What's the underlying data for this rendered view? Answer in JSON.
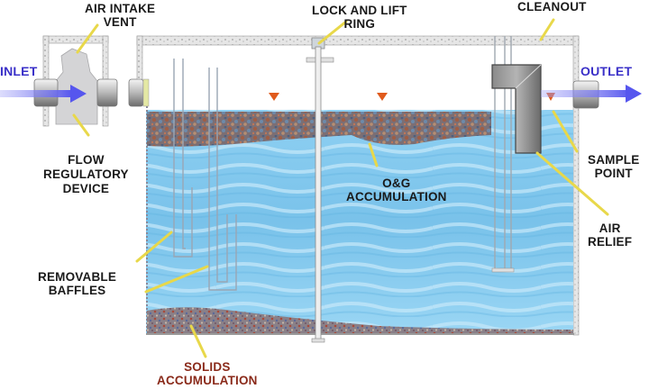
{
  "diagram": {
    "title": "Oil and grease separator / interceptor cross-section",
    "colors": {
      "water": "#7ec8ee",
      "water_light": "#b8e2f7",
      "grease_layer": "#8a6a5c",
      "solids": "#8c7a80",
      "tank_wall": "#d8d8d8",
      "flow_arrow": "#6a6af0",
      "water_level_marker": "#e05a1c",
      "leader_line": "#e8d84a",
      "label_text": "#1a1a1a",
      "inlet_outlet_text": "#3a30c8",
      "solids_text": "#8a2a1a"
    },
    "labels": {
      "inlet": "INLET",
      "outlet": "OUTLET",
      "air_intake_vent": [
        "AIR INTAKE",
        "VENT"
      ],
      "lock_and_lift_ring": [
        "LOCK AND LIFT",
        "RING"
      ],
      "cleanout": "CLEANOUT",
      "flow_regulatory_device": [
        "FLOW",
        "REGULATORY",
        "DEVICE"
      ],
      "og_accumulation": [
        "O&G",
        "ACCUMULATION"
      ],
      "sample_point": [
        "SAMPLE",
        "POINT"
      ],
      "air_relief": [
        "AIR",
        "RELIEF"
      ],
      "removable_baffles": [
        "REMOVABLE",
        "BAFFLES"
      ],
      "solids_accumulation": [
        "SOLIDS",
        "ACCUMULATION"
      ]
    }
  }
}
